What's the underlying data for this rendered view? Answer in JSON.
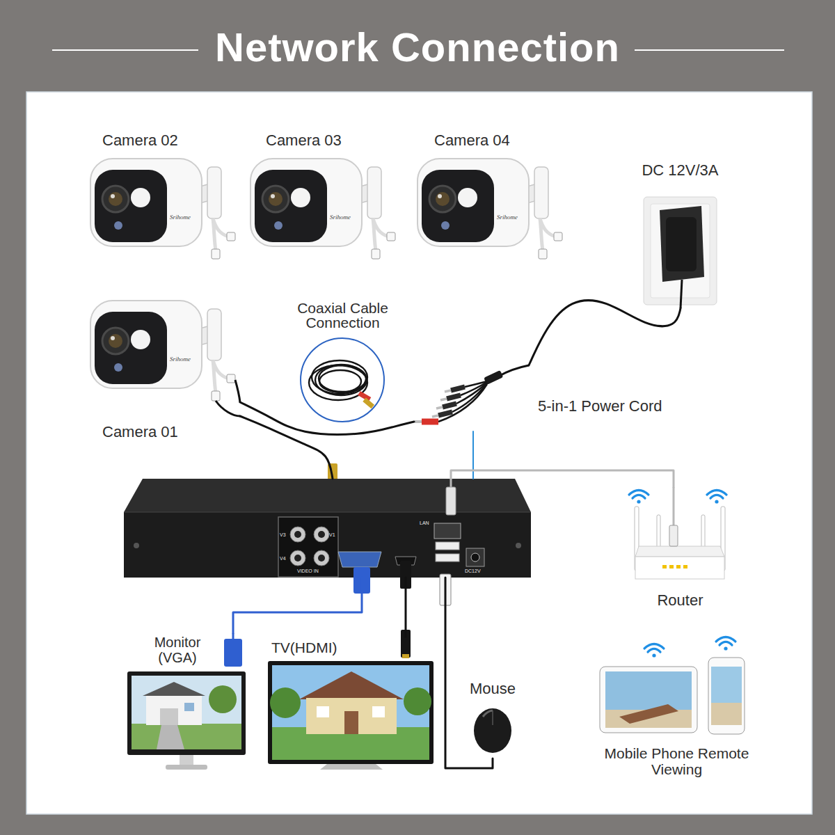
{
  "diagram": {
    "title": "Network Connection",
    "nodes": [
      {
        "text": [
          "Camera 02"
        ]
      },
      {
        "text": [
          "Camera 03"
        ]
      },
      {
        "text": [
          "Camera 04"
        ]
      },
      {
        "text": [
          "DC 12V/3A"
        ]
      },
      {
        "text": [
          "Camera 01"
        ]
      },
      {
        "text": [
          "Coaxial Cable Connection"
        ]
      },
      {
        "text": [
          "5-in-1 Power Cord"
        ]
      },
      {
        "text": [
          "V3",
          "V1",
          "V4",
          "VIDEO IN",
          "LAN",
          "DC12V"
        ]
      },
      {
        "text": [
          "Router"
        ]
      },
      {
        "text": [
          "Monitor (VGA)"
        ]
      },
      {
        "text": [
          "TV(HDMI)"
        ]
      },
      {
        "text": [
          "Mouse"
        ]
      },
      {
        "text": [
          "Mobile Phone Remote Viewing"
        ]
      }
    ],
    "edges": [
      {
        "from": 4,
        "to": 7,
        "arrow": "none"
      },
      {
        "from": 4,
        "to": 6,
        "arrow": "none"
      },
      {
        "from": 3,
        "to": 6,
        "arrow": "none"
      },
      {
        "from": 6,
        "to": 7,
        "arrow": "none"
      },
      {
        "from": 7,
        "to": 8,
        "arrow": "none"
      },
      {
        "from": 7,
        "to": 9,
        "arrow": "none"
      },
      {
        "from": 7,
        "to": 10,
        "arrow": "none"
      },
      {
        "from": 7,
        "to": 11,
        "arrow": "none"
      }
    ],
    "labels": [
      "Srihome",
      "Srihome",
      "Srihome",
      "Srihome"
    ]
  }
}
